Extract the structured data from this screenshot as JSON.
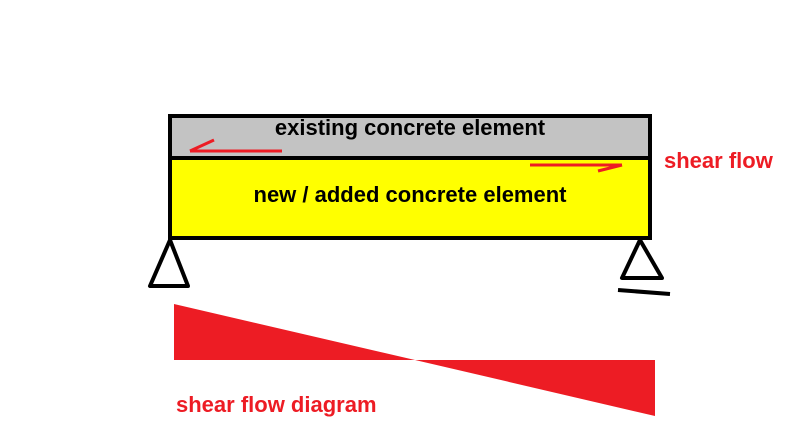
{
  "labels": {
    "existing_element": "existing concrete element",
    "new_element": "new / added concrete element",
    "shear_flow": "shear flow",
    "shear_flow_diagram": "shear flow diagram"
  },
  "colors": {
    "existing_fill": "#c3c3c3",
    "new_fill": "#ffff00",
    "outline": "#000000",
    "shear_red": "#ed1c24"
  }
}
